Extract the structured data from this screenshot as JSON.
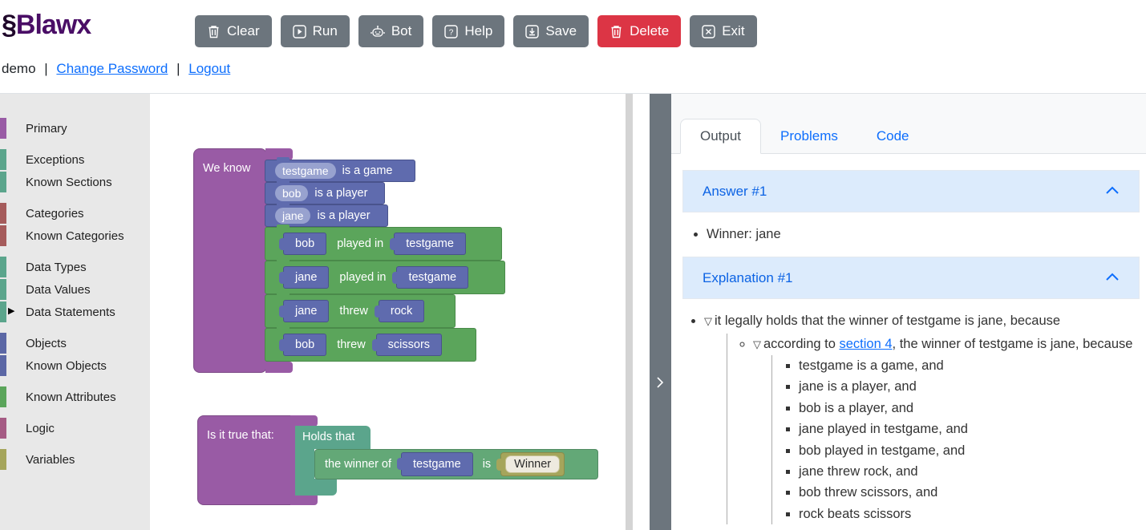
{
  "header": {
    "logo": {
      "mark": "§",
      "name": "Blawx"
    },
    "toolbar": [
      {
        "label": "Clear",
        "icon": "trash-icon",
        "variant": "gray"
      },
      {
        "label": "Run",
        "icon": "play-icon",
        "variant": "gray"
      },
      {
        "label": "Bot",
        "icon": "robot-icon",
        "variant": "gray"
      },
      {
        "label": "Help",
        "icon": "question-icon",
        "variant": "gray"
      },
      {
        "label": "Save",
        "icon": "save-icon",
        "variant": "gray"
      },
      {
        "label": "Delete",
        "icon": "trash-icon",
        "variant": "red"
      },
      {
        "label": "Exit",
        "icon": "exit-icon",
        "variant": "gray"
      }
    ],
    "user": {
      "name": "demo",
      "sep": "|",
      "links": [
        "Change Password",
        "Logout"
      ]
    }
  },
  "toolbox": {
    "selected_marker": "▶",
    "groups": [
      {
        "items": [
          {
            "label": "Primary",
            "color": "#995ba5"
          }
        ]
      },
      {
        "items": [
          {
            "label": "Exceptions",
            "color": "#5ba58c"
          },
          {
            "label": "Known Sections",
            "color": "#5ba58c"
          }
        ]
      },
      {
        "items": [
          {
            "label": "Categories",
            "color": "#a55b5b"
          },
          {
            "label": "Known Categories",
            "color": "#a55b5b"
          }
        ]
      },
      {
        "items": [
          {
            "label": "Data Types",
            "color": "#5ba58c"
          },
          {
            "label": "Data Values",
            "color": "#5ba58c"
          },
          {
            "label": "Data Statements",
            "color": "#5ba58c",
            "selected": true
          }
        ]
      },
      {
        "items": [
          {
            "label": "Objects",
            "color": "#5b67a5"
          },
          {
            "label": "Known Objects",
            "color": "#5b67a5"
          }
        ]
      },
      {
        "items": [
          {
            "label": "Known Attributes",
            "color": "#5ba55b"
          }
        ]
      },
      {
        "items": [
          {
            "label": "Logic",
            "color": "#a55b84"
          }
        ]
      },
      {
        "items": [
          {
            "label": "Variables",
            "color": "#a5a55b"
          }
        ]
      }
    ]
  },
  "workspace": {
    "we_know": {
      "label": "We know",
      "facts": [
        {
          "field": "testgame",
          "text": "is a game"
        },
        {
          "field": "bob",
          "text": "is a player"
        },
        {
          "field": "jane",
          "text": "is a player"
        }
      ],
      "relations": [
        {
          "subject": "bob",
          "verb": "played in",
          "object": "testgame"
        },
        {
          "subject": "jane",
          "verb": "played in",
          "object": "testgame"
        },
        {
          "subject": "jane",
          "verb": "threw",
          "object": "rock"
        },
        {
          "subject": "bob",
          "verb": "threw",
          "object": "scissors"
        }
      ]
    },
    "question": {
      "label": "Is it true that:",
      "holds": "Holds that",
      "rule": {
        "prefix": "the winner of",
        "object": "testgame",
        "copula": "is",
        "variable": "Winner"
      }
    }
  },
  "panel": {
    "tabs": [
      {
        "label": "Output",
        "active": true
      },
      {
        "label": "Problems"
      },
      {
        "label": "Code"
      }
    ],
    "answer": {
      "title": "Answer #1",
      "items": [
        "Winner: jane"
      ]
    },
    "explanation": {
      "title": "Explanation #1",
      "toggle_glyph": "▽",
      "root": "it legally holds that the winner of testgame is jane, because",
      "sub": {
        "prefix": "according to ",
        "link": "section 4",
        "suffix": ", the winner of testgame is jane, because"
      },
      "leaves": [
        "testgame is a game, and",
        "jane is a player, and",
        "bob is a player, and",
        "jane played in testgame, and",
        "bob played in testgame, and",
        "jane threw rock, and",
        "bob threw scissors, and",
        "rock beats scissors"
      ]
    }
  },
  "colors": {
    "accent_blue": "#0d6efd",
    "accordion_bg": "#dcebfc",
    "accordion_text": "#0c63e4",
    "button_gray": "#6c757d",
    "button_red": "#dc3545",
    "block_purple": "#995ba5",
    "block_blue": "#5f6bae",
    "block_green": "#5ba55b",
    "block_teal": "#5ba58c",
    "block_rule_green": "#63a877",
    "block_variable": "#a5a55b"
  }
}
